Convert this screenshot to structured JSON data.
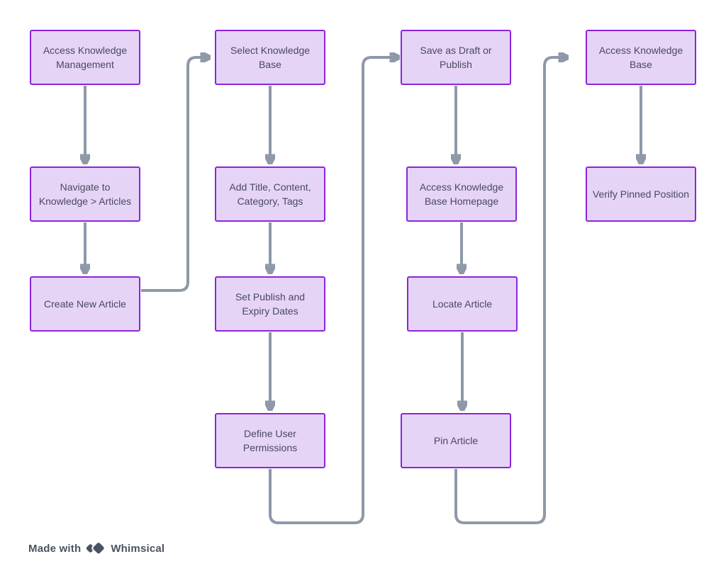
{
  "diagram": {
    "type": "flowchart",
    "background": "#ffffff"
  },
  "nodes": [
    {
      "id": "access-knowledge-management",
      "label": "Access Knowledge Management"
    },
    {
      "id": "navigate-knowledge-articles",
      "label": "Navigate to Knowledge > Articles"
    },
    {
      "id": "create-new-article",
      "label": "Create New Article"
    },
    {
      "id": "select-knowledge-base",
      "label": "Select Knowledge Base"
    },
    {
      "id": "add-title-content-category-tags",
      "label": "Add Title, Content, Category, Tags"
    },
    {
      "id": "set-publish-expiry-dates",
      "label": "Set Publish and Expiry Dates"
    },
    {
      "id": "define-user-permissions",
      "label": "Define User Permissions"
    },
    {
      "id": "save-draft-publish",
      "label": "Save as Draft or Publish"
    },
    {
      "id": "access-kb-homepage",
      "label": "Access Knowledge Base Homepage"
    },
    {
      "id": "locate-article",
      "label": "Locate Article"
    },
    {
      "id": "pin-article",
      "label": "Pin Article"
    },
    {
      "id": "access-knowledge-base",
      "label": "Access Knowledge Base"
    },
    {
      "id": "verify-pinned-position",
      "label": "Verify Pinned Position"
    }
  ],
  "edges": [
    {
      "from": "access-knowledge-management",
      "to": "navigate-knowledge-articles"
    },
    {
      "from": "navigate-knowledge-articles",
      "to": "create-new-article"
    },
    {
      "from": "create-new-article",
      "to": "select-knowledge-base"
    },
    {
      "from": "select-knowledge-base",
      "to": "add-title-content-category-tags"
    },
    {
      "from": "add-title-content-category-tags",
      "to": "set-publish-expiry-dates"
    },
    {
      "from": "set-publish-expiry-dates",
      "to": "define-user-permissions"
    },
    {
      "from": "define-user-permissions",
      "to": "save-draft-publish"
    },
    {
      "from": "save-draft-publish",
      "to": "access-kb-homepage"
    },
    {
      "from": "access-kb-homepage",
      "to": "locate-article"
    },
    {
      "from": "locate-article",
      "to": "pin-article"
    },
    {
      "from": "pin-article",
      "to": "access-knowledge-base"
    },
    {
      "from": "access-knowledge-base",
      "to": "verify-pinned-position"
    }
  ],
  "watermark": {
    "made_with": "Made with",
    "brand": "Whimsical"
  },
  "colors": {
    "node_fill": "#e6d4f7",
    "node_border": "#8c25da",
    "node_text": "#474a5c",
    "connector": "#8e99a8",
    "watermark_text": "#4a5264"
  }
}
